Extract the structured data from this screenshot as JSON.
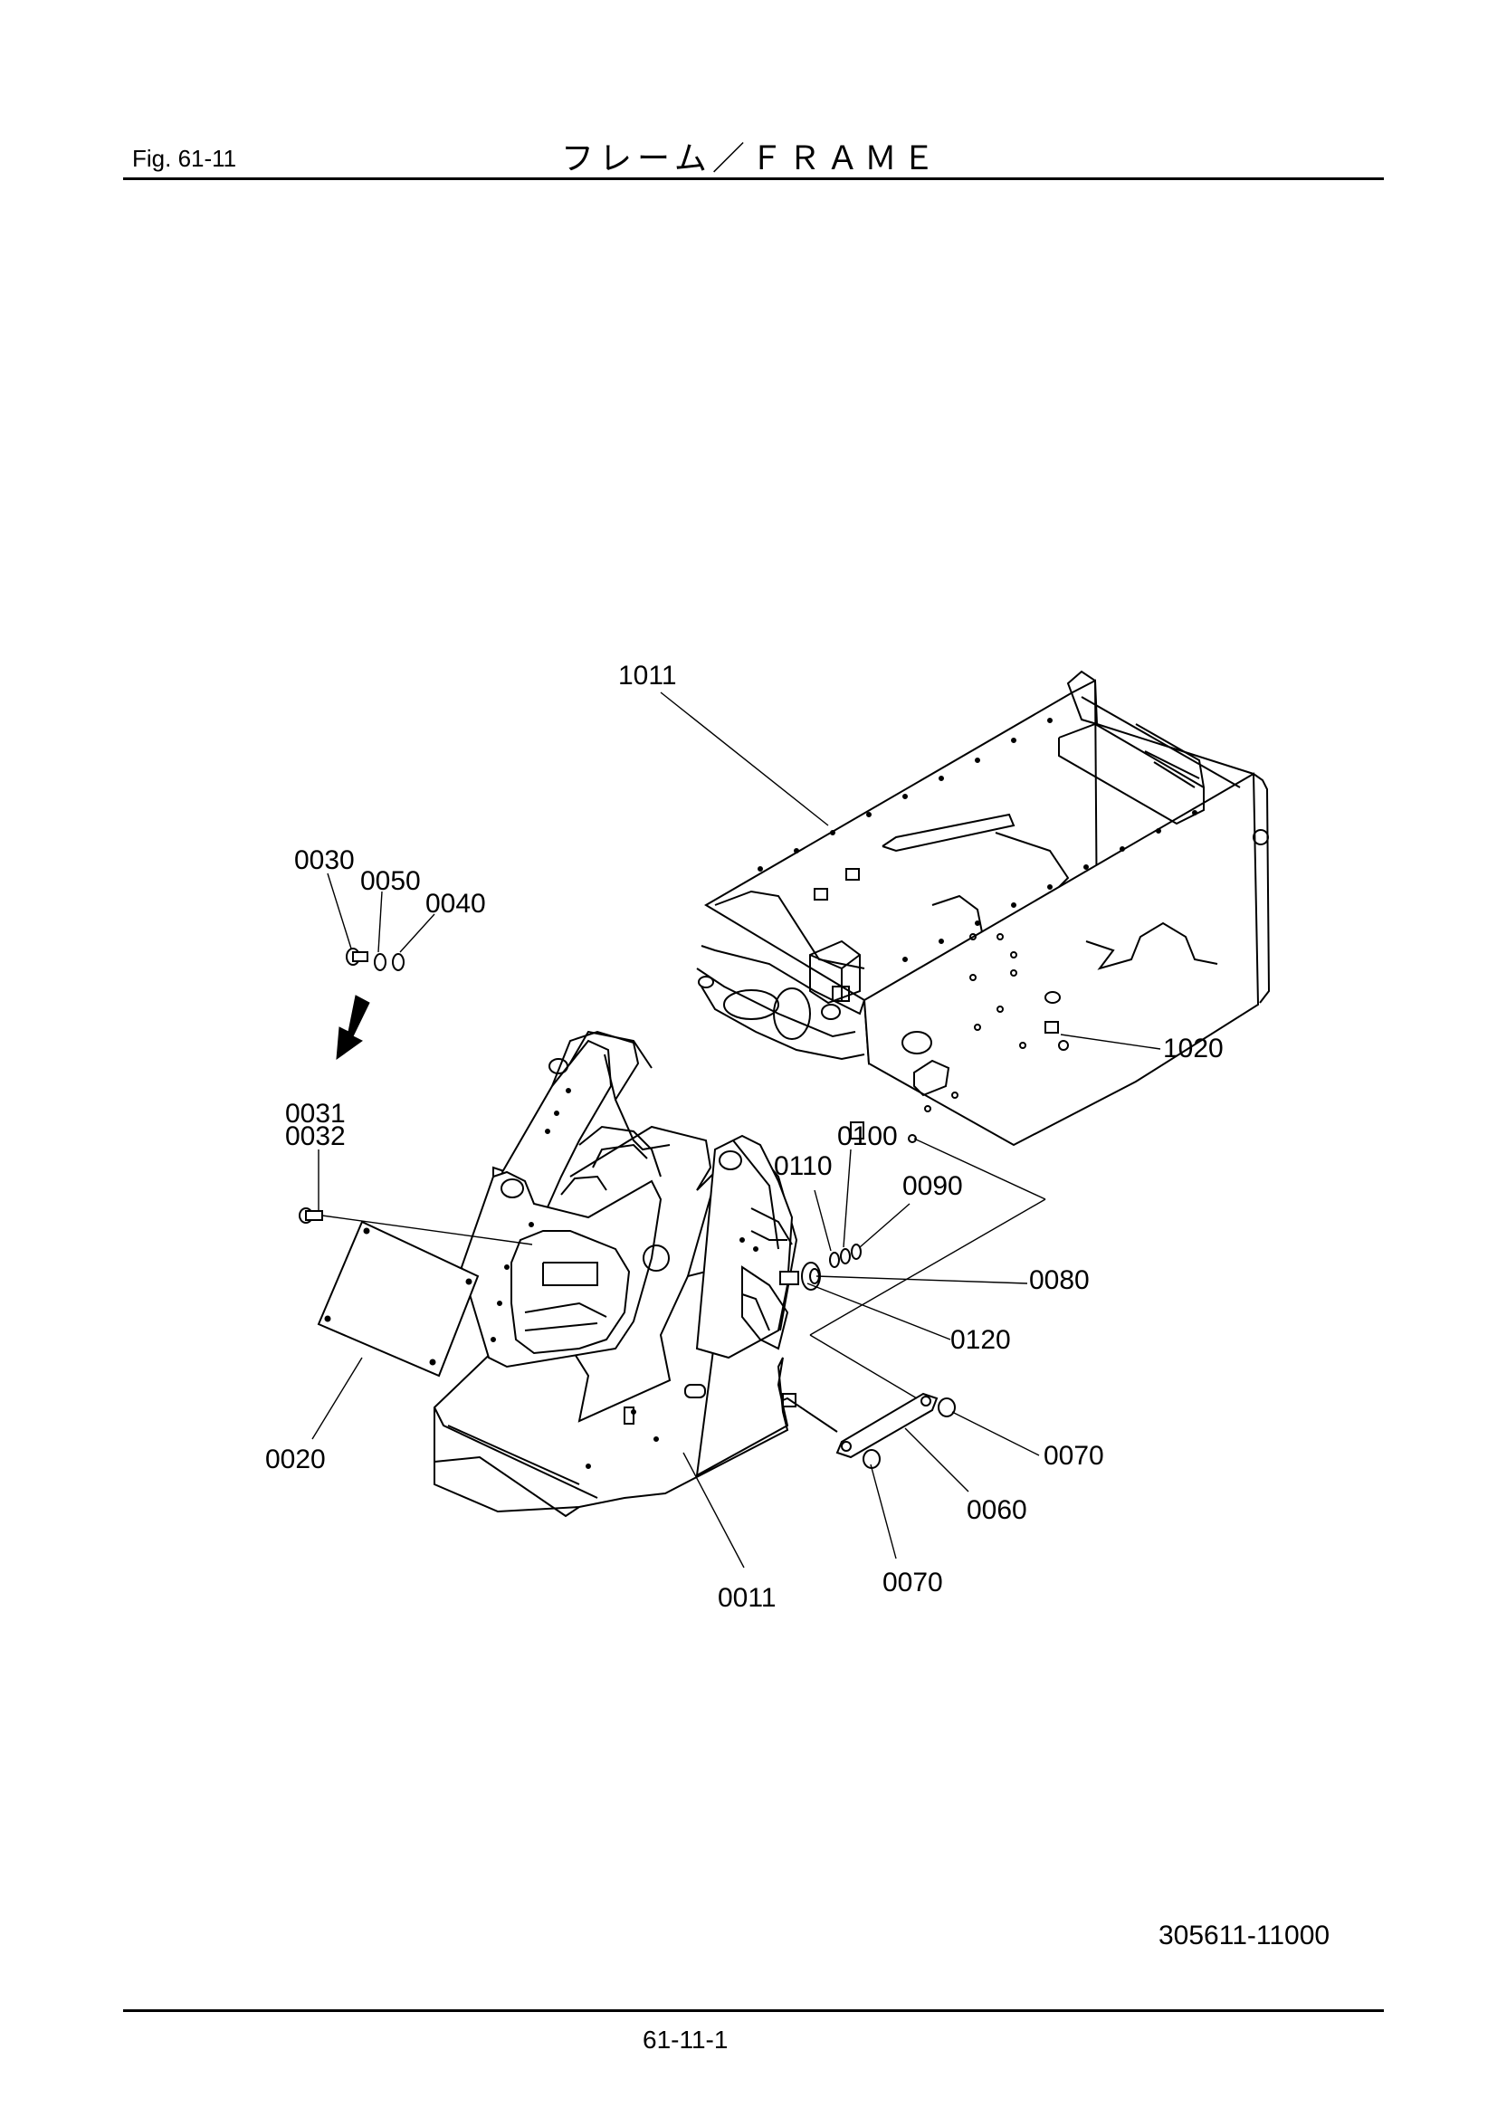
{
  "header": {
    "fig_label": "Fig.  61-11",
    "title": "フレーム／ＦＲＡＭＥ"
  },
  "footer": {
    "doc_number": "305611-11000",
    "page_number": "61-11-1"
  },
  "callouts": {
    "c1011": "1011",
    "c0030": "0030",
    "c0050": "0050",
    "c0040": "0040",
    "c1020": "1020",
    "c0031": "0031",
    "c0032": "0032",
    "c0100": "0100",
    "c0110": "0110",
    "c0090": "0090",
    "c0080": "0080",
    "c0120": "0120",
    "c0020": "0020",
    "c0070a": "0070",
    "c0060": "0060",
    "c0070b": "0070",
    "c0011": "0011"
  }
}
